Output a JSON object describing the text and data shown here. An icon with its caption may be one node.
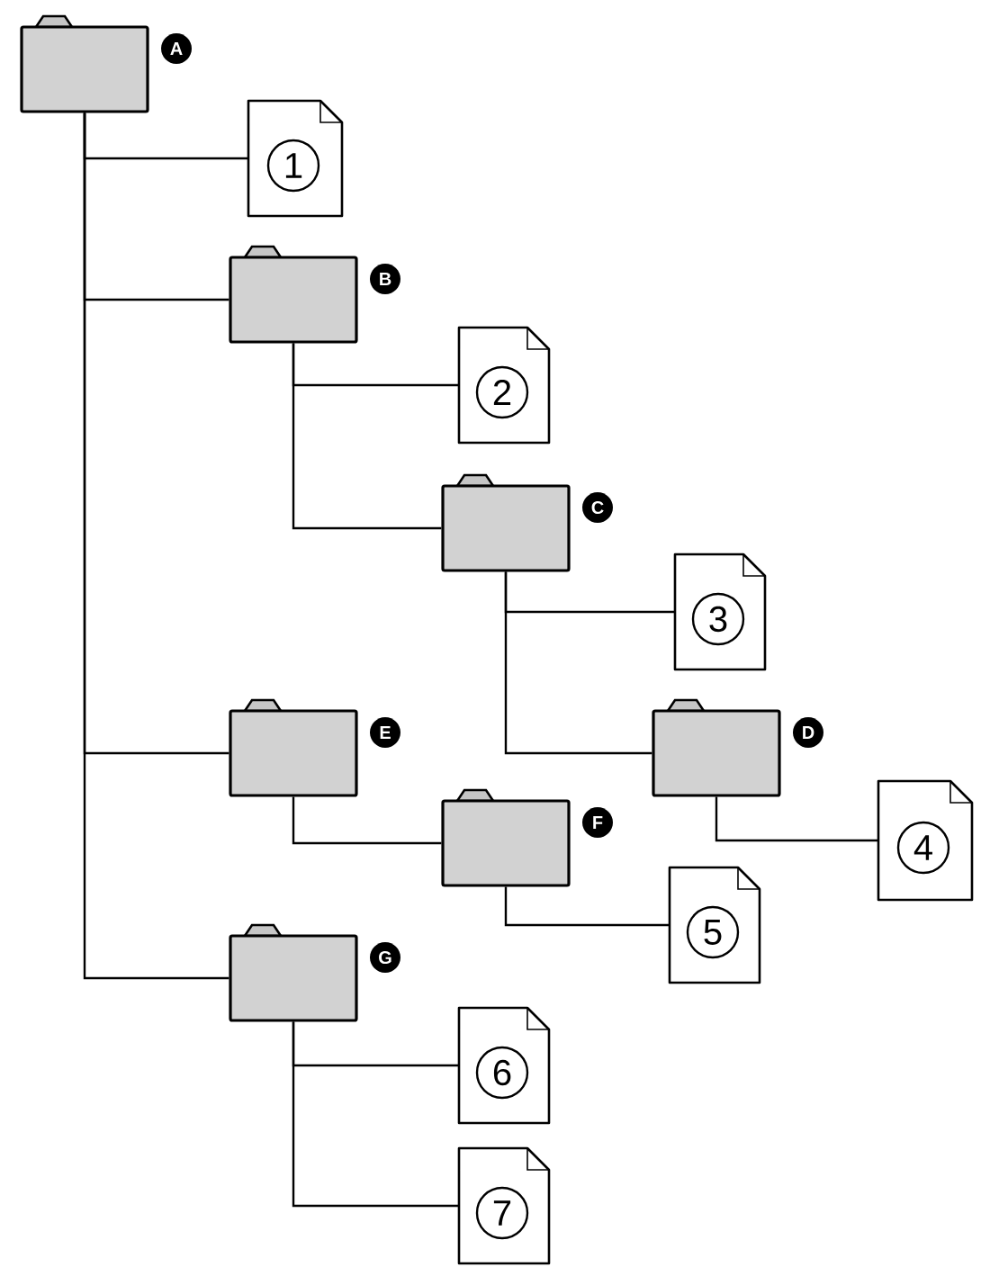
{
  "diagram": {
    "nodes": [
      {
        "text": [],
        "shape": "folder",
        "beside": [
          "A"
        ]
      },
      {
        "text": [
          "1"
        ]
      },
      {
        "text": [],
        "shape": "folder",
        "beside": [
          "B"
        ]
      },
      {
        "text": [
          "2"
        ]
      },
      {
        "text": [],
        "shape": "folder",
        "beside": [
          "C"
        ]
      },
      {
        "text": [
          "3"
        ]
      },
      {
        "text": [],
        "shape": "folder",
        "beside": [
          "D"
        ]
      },
      {
        "text": [
          "4"
        ]
      },
      {
        "text": [],
        "shape": "folder",
        "beside": [
          "E"
        ]
      },
      {
        "text": [],
        "shape": "folder",
        "beside": [
          "F"
        ]
      },
      {
        "text": [
          "5"
        ]
      },
      {
        "text": [],
        "shape": "folder",
        "beside": [
          "G"
        ]
      },
      {
        "text": [
          "6"
        ]
      },
      {
        "text": [
          "7"
        ]
      }
    ],
    "edges": [
      {
        "from": 0,
        "to": 1,
        "arrow": "none"
      },
      {
        "from": 0,
        "to": 2,
        "arrow": "none"
      },
      {
        "from": 0,
        "to": 8,
        "arrow": "none"
      },
      {
        "from": 0,
        "to": 11,
        "arrow": "none"
      },
      {
        "from": 2,
        "to": 3,
        "arrow": "none"
      },
      {
        "from": 2,
        "to": 4,
        "arrow": "none"
      },
      {
        "from": 4,
        "to": 5,
        "arrow": "none"
      },
      {
        "from": 4,
        "to": 6,
        "arrow": "none"
      },
      {
        "from": 6,
        "to": 7,
        "arrow": "none"
      },
      {
        "from": 8,
        "to": 9,
        "arrow": "none"
      },
      {
        "from": 9,
        "to": 10,
        "arrow": "none"
      },
      {
        "from": 11,
        "to": 12,
        "arrow": "none"
      },
      {
        "from": 11,
        "to": 13,
        "arrow": "none"
      }
    ]
  }
}
